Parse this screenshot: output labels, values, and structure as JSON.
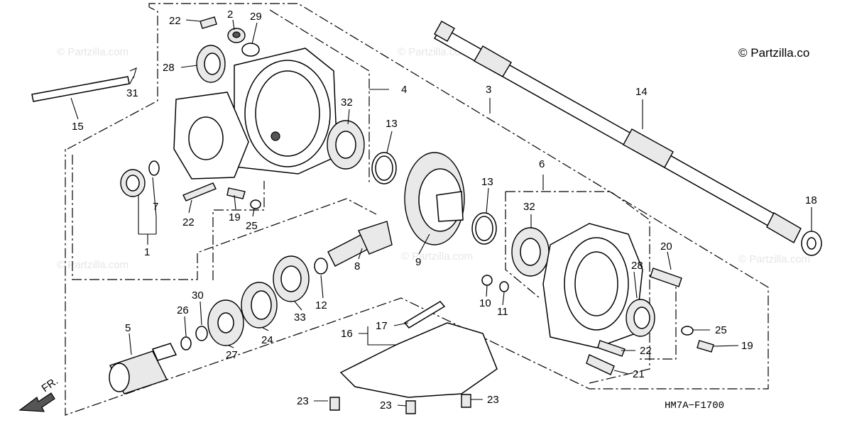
{
  "diagram_code": "HM7A−F1700",
  "copyright": "© Partzilla.co",
  "watermark": "© Partzilla.com",
  "direction_label": "FR.",
  "callouts": {
    "c1": "1",
    "c2": "2",
    "c3": "3",
    "c4": "4",
    "c5": "5",
    "c6": "6",
    "c7": "7",
    "c8": "8",
    "c9": "9",
    "c10": "10",
    "c11": "11",
    "c12": "12",
    "c13a": "13",
    "c13b": "13",
    "c14": "14",
    "c15": "15",
    "c16": "16",
    "c17": "17",
    "c18": "18",
    "c19a": "19",
    "c19b": "19",
    "c20": "20",
    "c21": "21",
    "c22a": "22",
    "c22b": "22",
    "c22c": "22",
    "c23a": "23",
    "c23b": "23",
    "c23c": "23",
    "c24": "24",
    "c25a": "25",
    "c25b": "25",
    "c26": "26",
    "c27": "27",
    "c28a": "28",
    "c28b": "28",
    "c29": "29",
    "c30": "30",
    "c31": "31",
    "c32a": "32",
    "c32b": "32",
    "c33": "33"
  }
}
